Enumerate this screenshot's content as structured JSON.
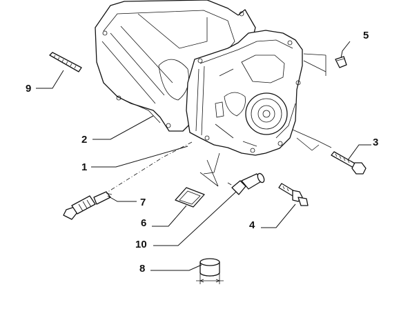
{
  "diagram": {
    "callouts": [
      {
        "id": "p1",
        "label": "1"
      },
      {
        "id": "p2",
        "label": "2"
      },
      {
        "id": "p3",
        "label": "3"
      },
      {
        "id": "p4",
        "label": "4"
      },
      {
        "id": "p5",
        "label": "5"
      },
      {
        "id": "p6",
        "label": "6"
      },
      {
        "id": "p7",
        "label": "7"
      },
      {
        "id": "p8",
        "label": "8"
      },
      {
        "id": "p9",
        "label": "9"
      },
      {
        "id": "p10",
        "label": "10"
      }
    ]
  }
}
